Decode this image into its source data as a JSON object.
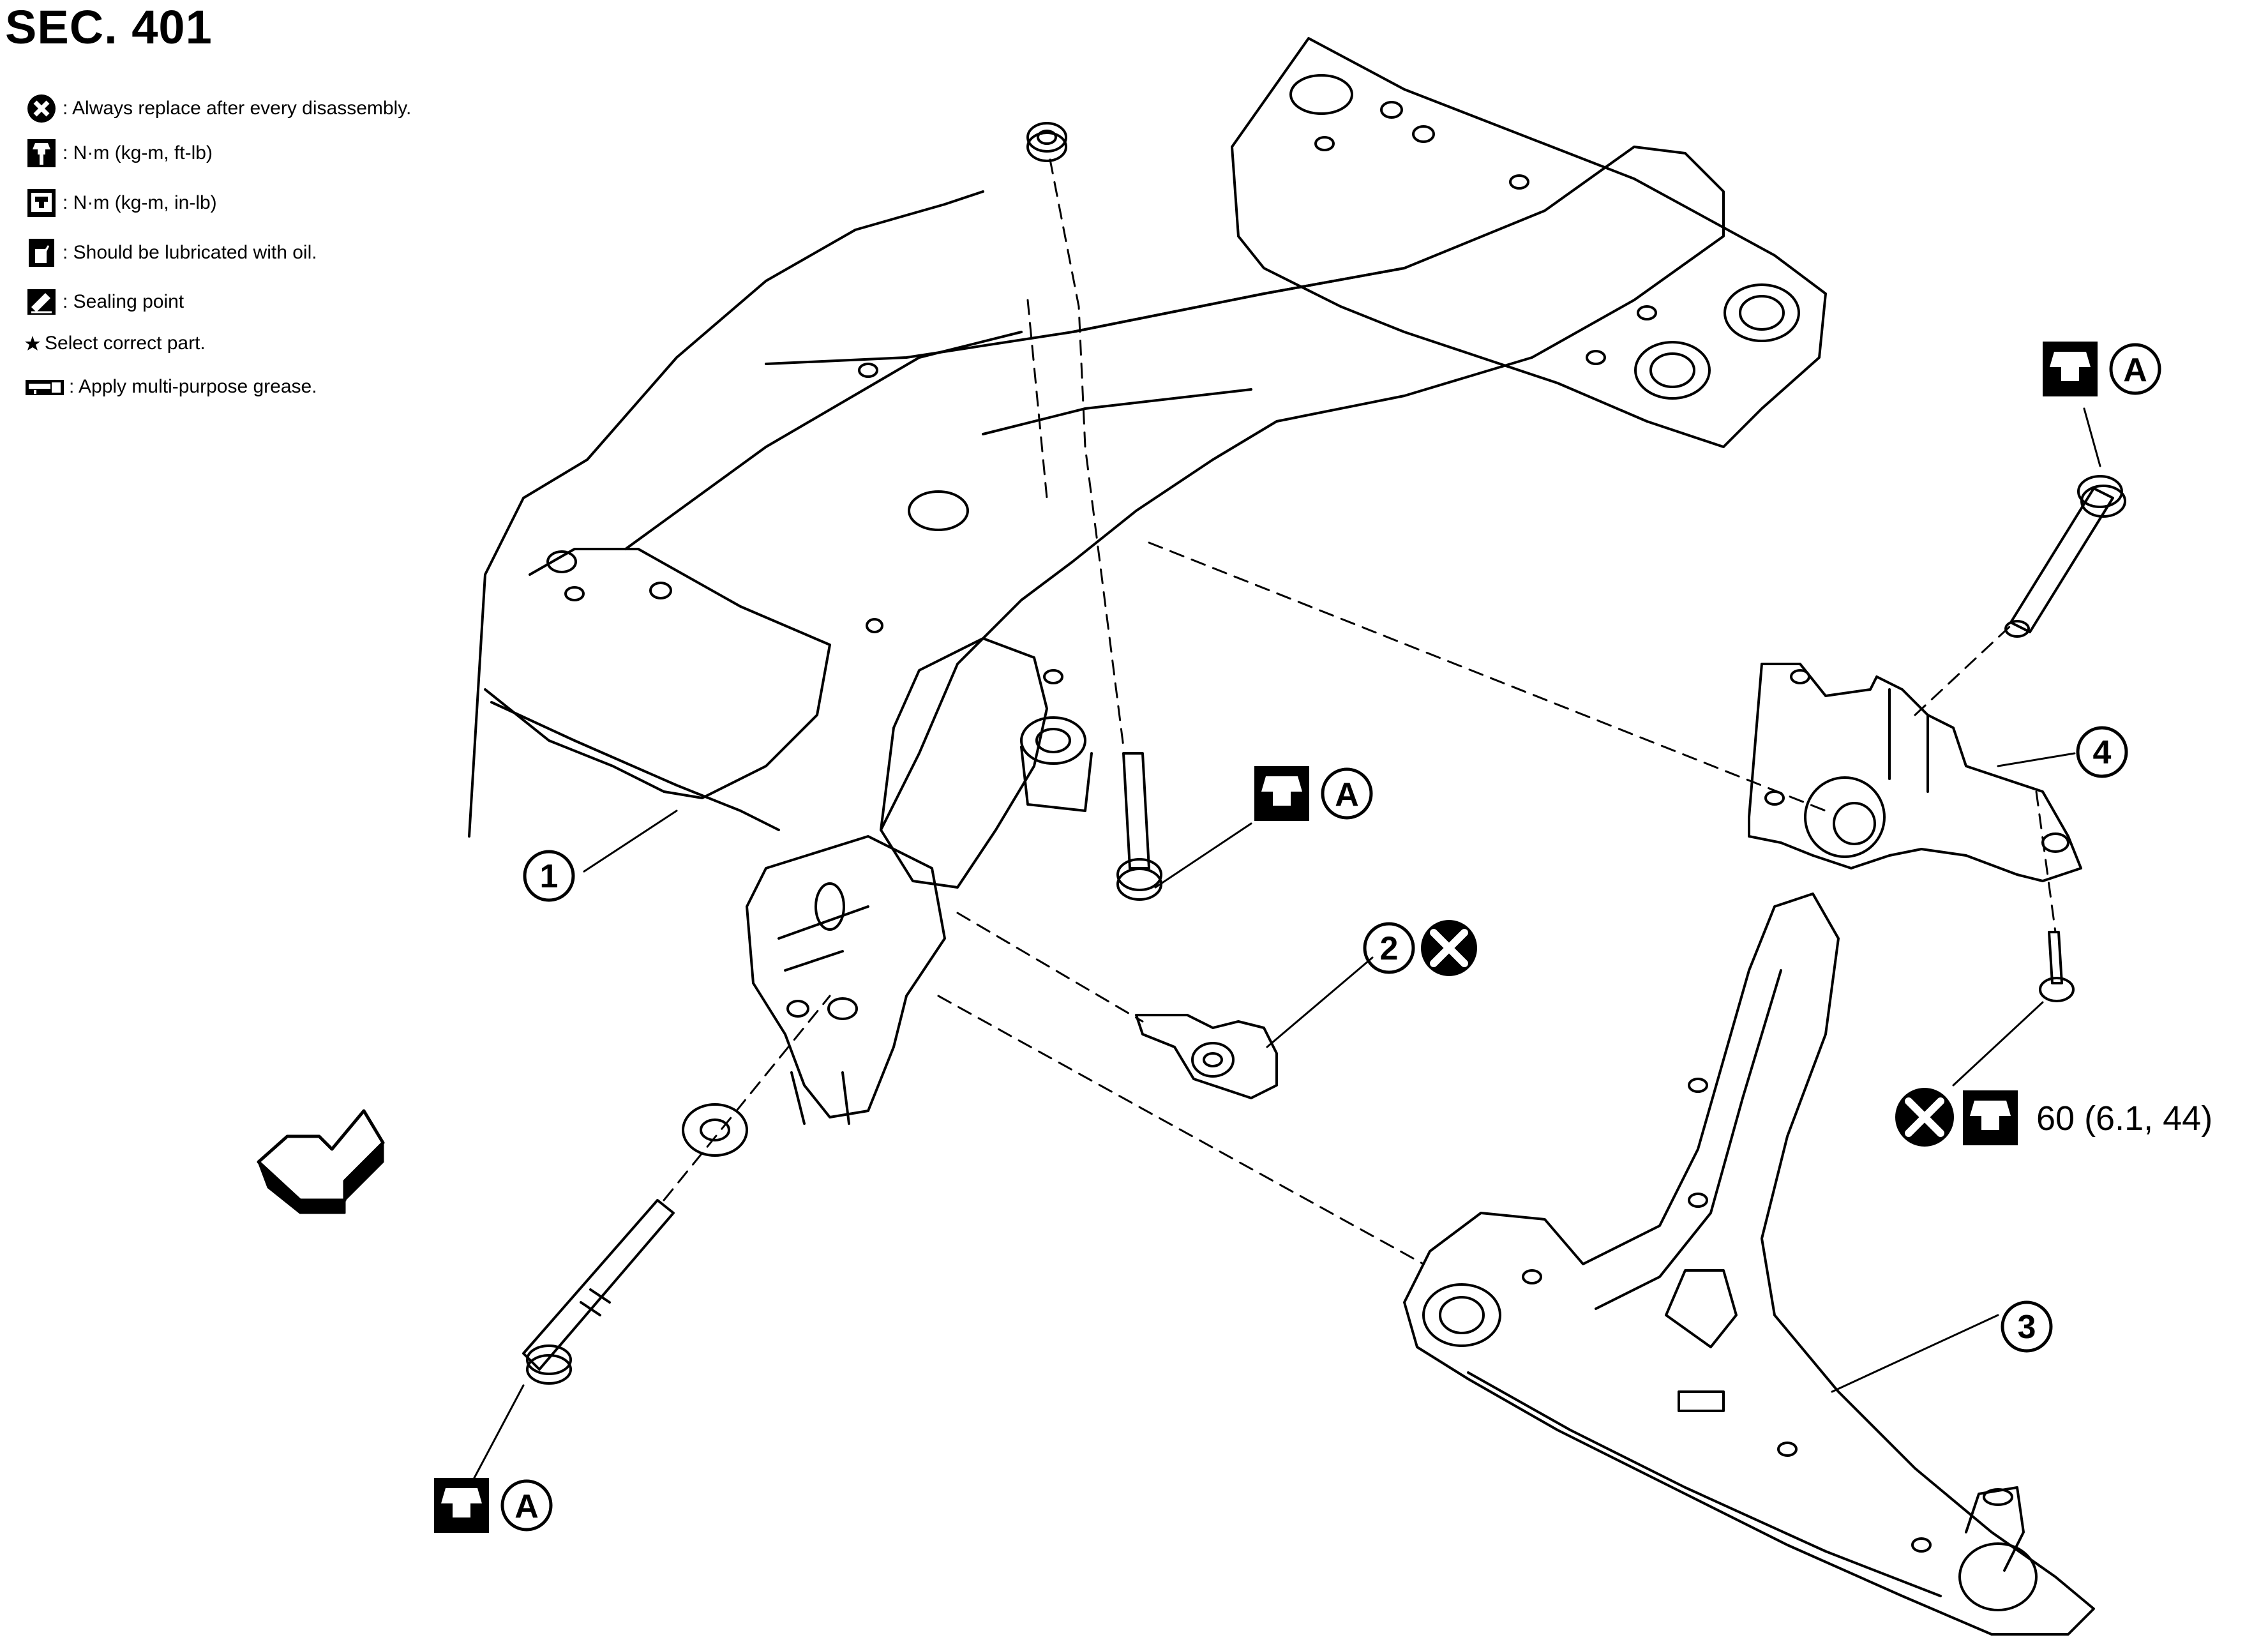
{
  "title": "SEC. 401",
  "legend": [
    {
      "icon": "replace-x-icon",
      "text": ": Always replace after every disassembly."
    },
    {
      "icon": "torque-wrench-ftlb-icon",
      "text": ": N·m (kg-m, ft-lb)"
    },
    {
      "icon": "torque-wrench-inlb-icon",
      "text": ": N·m (kg-m, in-lb)"
    },
    {
      "icon": "oil-can-icon",
      "text": ": Should be lubricated with oil."
    },
    {
      "icon": "sealing-point-icon",
      "text": ": Sealing point"
    },
    {
      "icon": "star-icon",
      "text": "Select correct part."
    },
    {
      "icon": "grease-icon",
      "text": ": Apply multi-purpose grease."
    }
  ],
  "callouts": {
    "part1": "1",
    "part2": "2",
    "part3": "3",
    "part4": "4",
    "torque_ref_A": "A",
    "torque_value": "60 (6.1, 44)"
  }
}
